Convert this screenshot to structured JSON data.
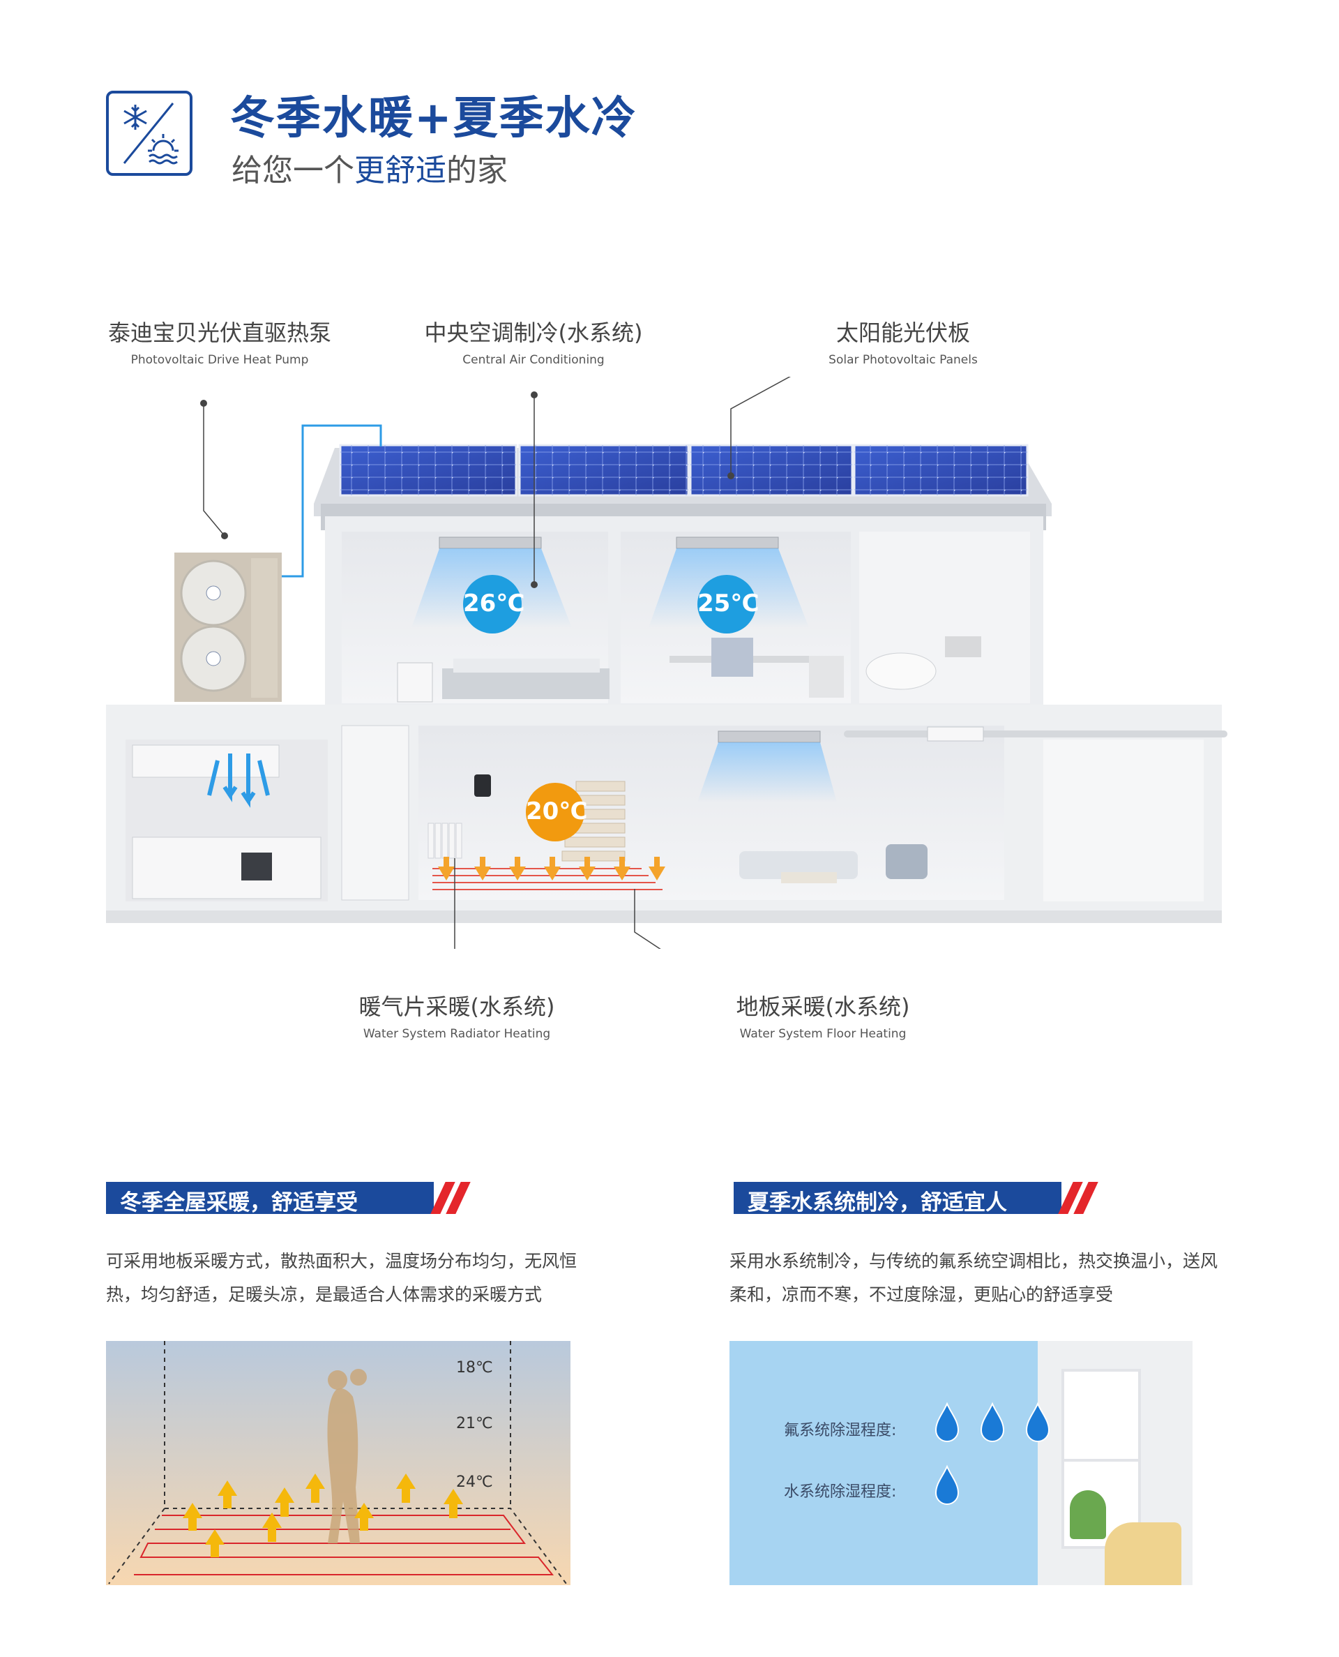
{
  "header": {
    "title": "冬季水暖+夏季水冷",
    "subtitle_prefix": "给您一个",
    "subtitle_highlight": "更舒适",
    "subtitle_suffix": "的家"
  },
  "callouts": {
    "heat_pump": {
      "cn": "泰迪宝贝光伏直驱热泵",
      "en": "Photovoltaic Drive Heat Pump"
    },
    "central_ac": {
      "cn": "中央空调制冷(水系统)",
      "en": "Central Air Conditioning"
    },
    "solar": {
      "cn": "太阳能光伏板",
      "en": "Solar Photovoltaic Panels"
    },
    "radiator": {
      "cn": "暖气片采暖(水系统)",
      "en": "Water System Radiator Heating"
    },
    "floor": {
      "cn": "地板采暖(水系统)",
      "en": "Water System Floor Heating"
    }
  },
  "temperatures": {
    "bedroom": "26℃",
    "study": "25℃",
    "living": "20℃"
  },
  "winter": {
    "heading": "冬季全屋采暖，舒适享受",
    "body": "可采用地板采暖方式，散热面积大，温度场分布均匀，无风恒热，均匀舒适，足暖头凉，是最适合人体需求的采暖方式",
    "levels": [
      "18℃",
      "21℃",
      "24℃"
    ]
  },
  "summer": {
    "heading": "夏季水系统制冷，舒适宜人",
    "body": "采用水系统制冷，与传统的氟系统空调相比，热交换温小，送风柔和，凉而不寒，不过度除湿，更贴心的舒适享受",
    "fluorine_label": "氟系统除湿程度:",
    "water_label": "水系统除湿程度:",
    "fluorine_drops": 3,
    "water_drops": 1
  },
  "colors": {
    "brand_blue": "#1b4a9c",
    "accent_red": "#e4262b",
    "cool_blue": "#1e9ee0",
    "warm_orange": "#f29a0f"
  }
}
